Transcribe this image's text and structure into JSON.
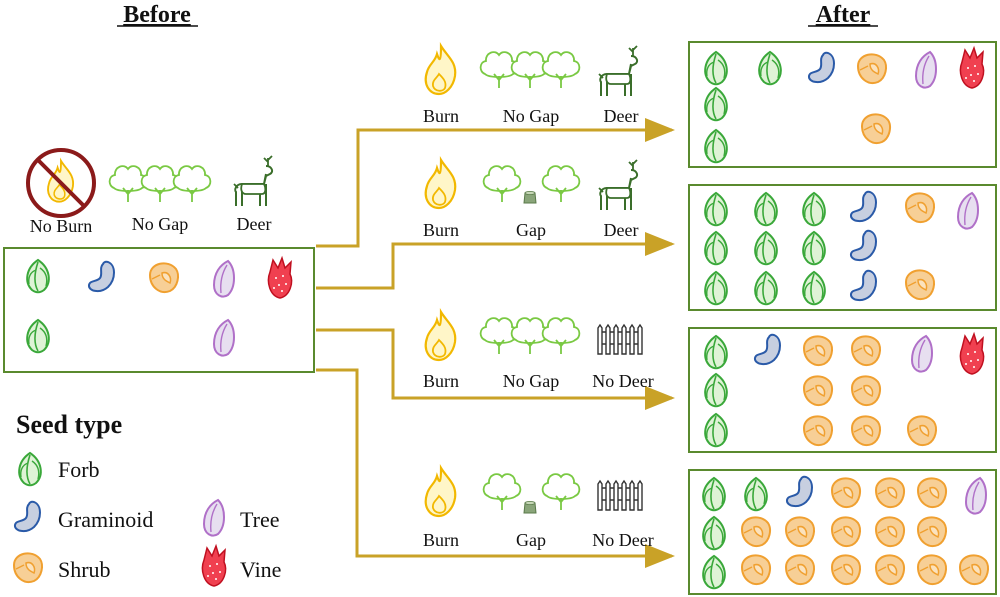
{
  "headers": {
    "before": "Before",
    "after": "After"
  },
  "before_factors": {
    "burn": "No Burn",
    "gap": "No Gap",
    "deer": "Deer"
  },
  "scenarios": [
    {
      "burn": "Burn",
      "gap": "No Gap",
      "deer": "Deer"
    },
    {
      "burn": "Burn",
      "gap": "Gap",
      "deer": "Deer"
    },
    {
      "burn": "Burn",
      "gap": "No Gap",
      "deer": "No Deer"
    },
    {
      "burn": "Burn",
      "gap": "Gap",
      "deer": "No Deer"
    }
  ],
  "legend": {
    "title": "Seed type",
    "forb": "Forb",
    "graminoid": "Graminoid",
    "tree": "Tree",
    "shrub": "Shrub",
    "vine": "Vine"
  },
  "colors": {
    "box_border": "#5a8a2e",
    "arrow": "#c9a227",
    "forb": "#3aa83a",
    "graminoid": "#2a5aa8",
    "shrub": "#f0a030",
    "tree": "#b070c8",
    "vine": "#d02020",
    "flame": "#f2b800",
    "forest": "#7ac943",
    "deer": "#3a6e2a",
    "noburn": "#8b1a1a"
  }
}
